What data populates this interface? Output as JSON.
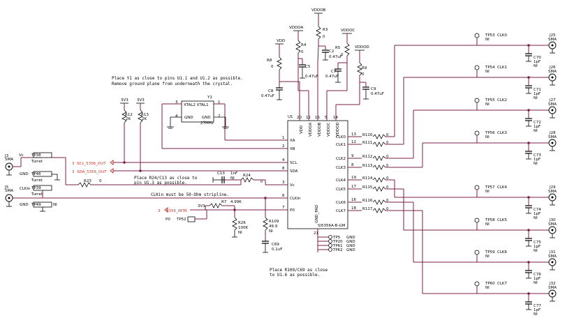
{
  "notes": {
    "xtal_1": "Place Y1 as close to pins U1.1 and U1.2 as possible.",
    "xtal_2": "Remove ground plane from underneath the crystal.",
    "r24_1": "Place R24/C13 as close to",
    "r24_2": "pin U1.3 as possible.",
    "clkin": "CLKin must be 50-Ohm stripline.",
    "r109_1": "Place R109/C69 as close",
    "r109_2": "to U1.6 as possible."
  },
  "supplies": {
    "vddob": "VDDOB",
    "vddoa": "VDDOA",
    "vddoc": "VDDOC",
    "vddod": "VDDOD",
    "vdd": "VDD",
    "v3v3": "3V3"
  },
  "u1": {
    "ref": "U1",
    "part": "Si5356A-B-GM",
    "left_pins": [
      {
        "num": "1",
        "name": "XA"
      },
      {
        "num": "2",
        "name": "XB"
      },
      {
        "num": "4",
        "name": "SCL"
      },
      {
        "num": "8",
        "name": "SDA"
      },
      {
        "num": "3",
        "name": "Vc"
      },
      {
        "num": "6",
        "name": "CLKin"
      },
      {
        "num": "7",
        "name": "P0"
      }
    ],
    "top_pins": [
      {
        "num": "20",
        "name": "VDD"
      },
      {
        "num": "11",
        "name": "VDDOA"
      },
      {
        "num": "15",
        "name": "VDDOB"
      },
      {
        "num": "5",
        "name": "VDDOC"
      },
      {
        "num": "14",
        "name": "VDDOD"
      }
    ],
    "right_pins": [
      {
        "num": "13",
        "name": "CLK0"
      },
      {
        "num": "12",
        "name": "CLK1"
      },
      {
        "num": "9",
        "name": "CLK2"
      },
      {
        "num": "8",
        "name": "CLK3"
      },
      {
        "num": "19",
        "name": "CLK4"
      },
      {
        "num": "17",
        "name": "CLK5"
      },
      {
        "num": "16",
        "name": "CLK6"
      },
      {
        "num": "18",
        "name": "CLK7"
      }
    ],
    "gnd_pad": "GND_PAD",
    "gnd_pad_num": "21"
  },
  "series_resistors": [
    {
      "ref": "R110",
      "val": "0"
    },
    {
      "ref": "R111",
      "val": "0"
    },
    {
      "ref": "R112",
      "val": "0"
    },
    {
      "ref": "R113",
      "val": "0"
    },
    {
      "ref": "R114",
      "val": "0"
    },
    {
      "ref": "R115",
      "val": "0"
    },
    {
      "ref": "R116",
      "val": "0"
    },
    {
      "ref": "R117",
      "val": "0"
    }
  ],
  "outputs": [
    {
      "tp": "TP53",
      "net": "CLK0",
      "ni": "NI",
      "cap": "C70",
      "capval": "1pF",
      "capni": "NI",
      "conn": "J25",
      "type": "SMA"
    },
    {
      "tp": "TP54",
      "net": "CLK1",
      "ni": "NI",
      "cap": "C71",
      "capval": "1pF",
      "capni": "NI",
      "conn": "J26",
      "type": "SMA"
    },
    {
      "tp": "TP55",
      "net": "CLK2",
      "ni": "NI",
      "cap": "C72",
      "capval": "1pF",
      "capni": "NI",
      "conn": "J27",
      "type": "SMA"
    },
    {
      "tp": "TP56",
      "net": "CLK3",
      "ni": "NI",
      "cap": "C73",
      "capval": "1pF",
      "capni": "NI",
      "conn": "J28",
      "type": "SMA"
    },
    {
      "tp": "TP57",
      "net": "CLK4",
      "ni": "NI",
      "cap": "C74",
      "capval": "1pF",
      "capni": "NI",
      "conn": "J29",
      "type": "SMA"
    },
    {
      "tp": "TP58",
      "net": "CLK5",
      "ni": "NI",
      "cap": "C75",
      "capval": "1pF",
      "capni": "NI",
      "conn": "J30",
      "type": "SMA"
    },
    {
      "tp": "TP59",
      "net": "CLK6",
      "ni": "NI",
      "cap": "C76",
      "capval": "1pF",
      "capni": "NI",
      "conn": "J31",
      "type": "SMA"
    },
    {
      "tp": "TP60",
      "net": "CLK7",
      "ni": "NI",
      "cap": "C77",
      "capval": "1pF",
      "capni": "NI",
      "conn": "J32",
      "type": "SMA"
    }
  ],
  "top_parts": {
    "r3": {
      "ref": "R3",
      "val": "0"
    },
    "r4": {
      "ref": "R4",
      "val": "0"
    },
    "r5": {
      "ref": "R5",
      "val": "0"
    },
    "r8": {
      "ref": "R8",
      "val": "0"
    },
    "r9": {
      "ref": "R9",
      "val": "0"
    },
    "c2": {
      "ref": "C2",
      "val": "0.47uF"
    },
    "c5": {
      "ref": "C5",
      "val": "0.47uF"
    },
    "c7": {
      "ref": "C7",
      "val": "0.47uF"
    },
    "c8": {
      "ref": "C8",
      "val": "0.47uF"
    },
    "c9": {
      "ref": "C9",
      "val": "0.47uF"
    }
  },
  "xtal": {
    "ref": "Y1",
    "pin_labels": "XTAL2 XTAL1",
    "gnd1": "GND",
    "gnd2": "GND",
    "freq": "27MHz",
    "p1": "1",
    "p2": "2",
    "p3": "3",
    "p4": "4"
  },
  "left": {
    "r12": {
      "ref": "R12",
      "val": "2K"
    },
    "r13": {
      "ref": "R13",
      "val": "2K"
    },
    "scl_num": "3",
    "scl_net": "SCL_5356_OUT",
    "sda_num": "3",
    "sda_net": "SDA_5356_OUT",
    "j3": {
      "ref": "J3",
      "type": "SMA"
    },
    "j5": {
      "ref": "J5",
      "type": "SMA"
    },
    "tp38": {
      "label": "Vc",
      "ref": "TP38",
      "kind": "Turret"
    },
    "tp46": {
      "label": "GND",
      "ref": "TP46",
      "kind": "Turret"
    },
    "tp39": {
      "label": "CLKin",
      "ref": "TP39",
      "kind": "Turret"
    },
    "tp49": {
      "label": "GND",
      "ref": "TP49",
      "ni": "NI"
    },
    "r23": {
      "ref": "R23",
      "val": "0"
    },
    "c13": {
      "ref": "C13",
      "val": "1nF",
      "ni": "NI"
    },
    "r24": {
      "ref": "R24",
      "val": "0"
    },
    "intr_num": "3",
    "intr_net": "5356_INTR",
    "r7": {
      "ref": "R7",
      "val": "4.99K"
    },
    "r26": {
      "ref": "R26",
      "val": "100K",
      "ni": "NI"
    },
    "p0": "P0",
    "tp52": "TP52",
    "r109": {
      "ref": "R109",
      "val": "49.9",
      "ni": "NI"
    },
    "c69": {
      "ref": "C69",
      "val": "0.1uF"
    }
  },
  "gnd_tps": [
    {
      "tp": "TP5",
      "net": "GND"
    },
    {
      "tp": "TP20",
      "net": "GND"
    },
    {
      "tp": "TP61",
      "net": "GND"
    },
    {
      "tp": "TP62",
      "net": "GND"
    }
  ]
}
